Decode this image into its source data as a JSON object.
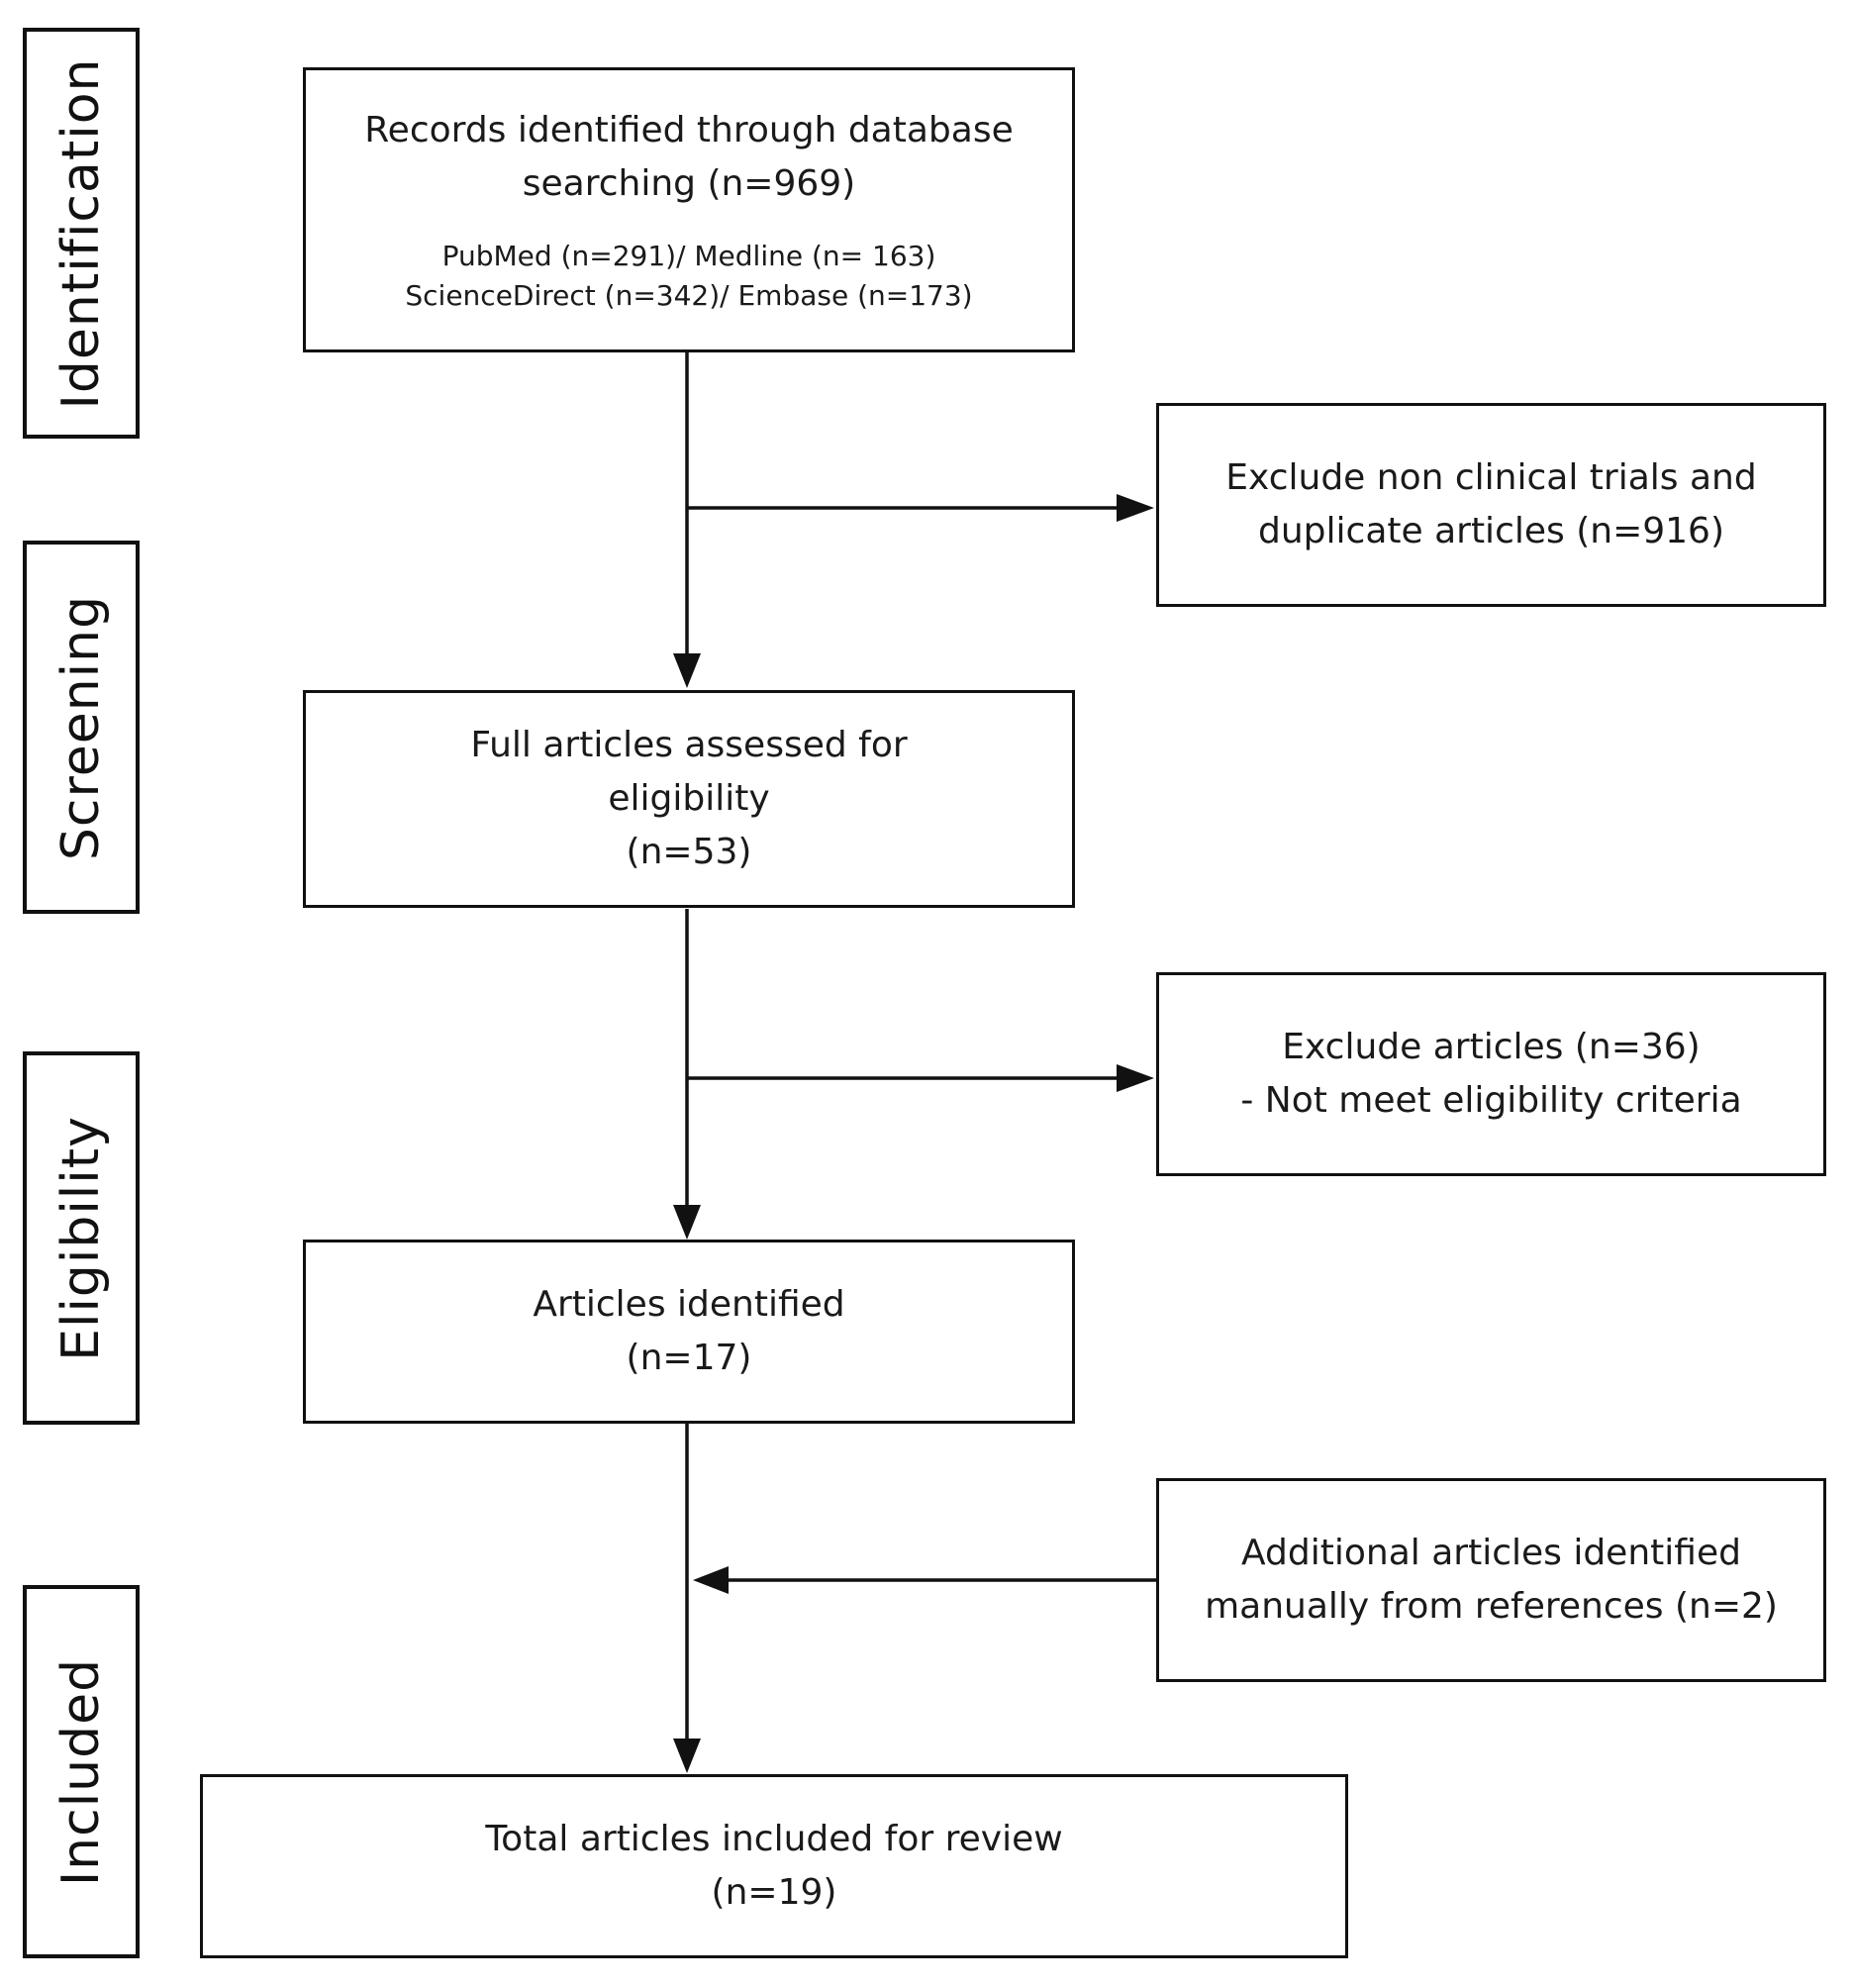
{
  "stages": {
    "identification": "Identification",
    "screening": "Screening",
    "eligibility": "Eligibility",
    "included": "Included"
  },
  "records": {
    "line1": "Records identified through database",
    "line2": "searching (n=969)",
    "sources1": "PubMed (n=291)/ Medline (n= 163)",
    "sources2": "ScienceDirect (n=342)/ Embase (n=173)"
  },
  "exclude1": {
    "line1": "Exclude non clinical trials and",
    "line2": "duplicate articles (n=916)"
  },
  "full_articles": {
    "line1": "Full articles assessed for",
    "line2": "eligibility",
    "line3": "(n=53)"
  },
  "exclude2": {
    "line1": "Exclude articles (n=36)",
    "line2": "- Not meet eligibility criteria"
  },
  "articles_identified": {
    "line1": "Articles identified",
    "line2": "(n=17)"
  },
  "additional": {
    "line1": "Additional articles identified",
    "line2": "manually from references (n=2)"
  },
  "total": {
    "line1": "Total articles included for review",
    "line2": "(n=19)"
  }
}
